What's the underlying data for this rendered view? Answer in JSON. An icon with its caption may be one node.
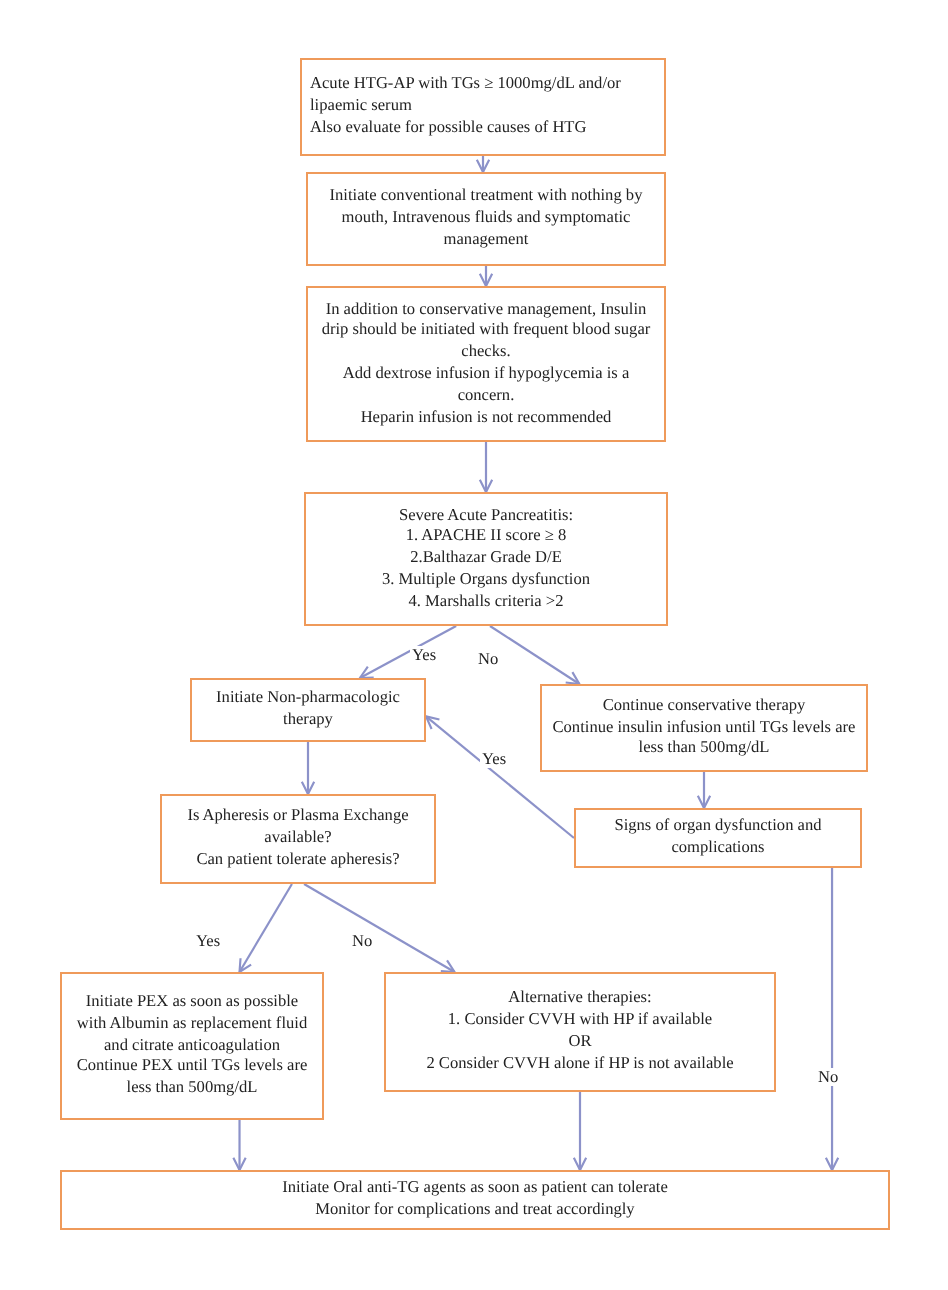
{
  "diagram": {
    "nodes": [
      {
        "text": [
          "Acute HTG-AP with TGs ≥ 1000mg/dL and/or lipaemic serum",
          "Also evaluate for possible causes of HTG"
        ]
      },
      {
        "text": [
          "Initiate conventional treatment with nothing by mouth, Intravenous fluids and symptomatic management"
        ]
      },
      {
        "text": [
          "In addition to conservative management, Insulin drip should be initiated with frequent blood sugar checks.",
          "Add dextrose infusion if hypoglycemia is a concern.",
          "Heparin infusion is not recommended"
        ]
      },
      {
        "text": [
          "Severe Acute Pancreatitis:",
          "1. APACHE II score ≥ 8",
          "2.Balthazar Grade D/E",
          "3. Multiple Organs dysfunction",
          "4. Marshalls criteria >2"
        ]
      },
      {
        "text": [
          "Initiate Non-pharmacologic therapy"
        ]
      },
      {
        "text": [
          "Continue conservative therapy",
          "Continue insulin infusion until TGs levels are less than 500mg/dL"
        ]
      },
      {
        "text": [
          "Signs of organ dysfunction and complications"
        ]
      },
      {
        "text": [
          "Is Apheresis or Plasma Exchange available?",
          "Can patient tolerate apheresis?"
        ]
      },
      {
        "text": [
          "Initiate PEX as soon as possible with Albumin as replacement fluid and citrate anticoagulation",
          "Continue PEX until TGs levels are less than 500mg/dL"
        ]
      },
      {
        "text": [
          "Alternative therapies:",
          "1. Consider CVVH with HP if available",
          "OR",
          "2 Consider CVVH alone if HP is not available"
        ]
      },
      {
        "text": [
          "Initiate Oral anti-TG agents as soon as patient can tolerate",
          "Monitor for complications and treat accordingly"
        ]
      }
    ],
    "edges": [
      {
        "from": 0,
        "to": 1,
        "arrow": "to"
      },
      {
        "from": 1,
        "to": 2,
        "arrow": "to"
      },
      {
        "from": 2,
        "to": 3,
        "arrow": "to"
      },
      {
        "from": 3,
        "to": 4,
        "arrow": "to",
        "label": "Yes"
      },
      {
        "from": 3,
        "to": 5,
        "arrow": "to",
        "label": "No"
      },
      {
        "from": 5,
        "to": 6,
        "arrow": "to"
      },
      {
        "from": 6,
        "to": 4,
        "arrow": "to",
        "label": "Yes"
      },
      {
        "from": 4,
        "to": 7,
        "arrow": "to"
      },
      {
        "from": 7,
        "to": 8,
        "arrow": "to",
        "label": "Yes"
      },
      {
        "from": 7,
        "to": 9,
        "arrow": "to",
        "label": "No"
      },
      {
        "from": 8,
        "to": 10,
        "arrow": "to"
      },
      {
        "from": 9,
        "to": 10,
        "arrow": "to"
      },
      {
        "from": 6,
        "to": 10,
        "arrow": "to",
        "label": "No"
      }
    ]
  }
}
